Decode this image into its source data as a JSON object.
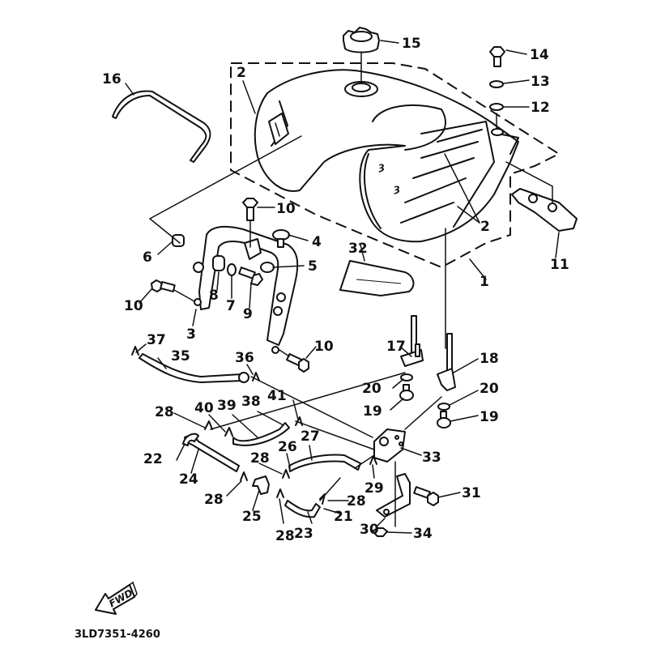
{
  "diagram": {
    "title": "Fuel Tank",
    "code": "3LD7351-4260",
    "fwd_label": "FWD",
    "colors": {
      "ink": "#111111",
      "paper": "#ffffff"
    },
    "callouts": [
      {
        "id": "c1",
        "label": "1"
      },
      {
        "id": "c2a",
        "label": "2"
      },
      {
        "id": "c2b",
        "label": "2"
      },
      {
        "id": "c3",
        "label": "3"
      },
      {
        "id": "c4",
        "label": "4"
      },
      {
        "id": "c5",
        "label": "5"
      },
      {
        "id": "c6",
        "label": "6"
      },
      {
        "id": "c7",
        "label": "7"
      },
      {
        "id": "c8",
        "label": "8"
      },
      {
        "id": "c9",
        "label": "9"
      },
      {
        "id": "c10a",
        "label": "10"
      },
      {
        "id": "c10b",
        "label": "10"
      },
      {
        "id": "c10c",
        "label": "10"
      },
      {
        "id": "c11",
        "label": "11"
      },
      {
        "id": "c12",
        "label": "12"
      },
      {
        "id": "c13",
        "label": "13"
      },
      {
        "id": "c14",
        "label": "14"
      },
      {
        "id": "c15",
        "label": "15"
      },
      {
        "id": "c16",
        "label": "16"
      },
      {
        "id": "c17",
        "label": "17"
      },
      {
        "id": "c18",
        "label": "18"
      },
      {
        "id": "c19a",
        "label": "19"
      },
      {
        "id": "c19b",
        "label": "19"
      },
      {
        "id": "c20a",
        "label": "20"
      },
      {
        "id": "c20b",
        "label": "20"
      },
      {
        "id": "c21",
        "label": "21"
      },
      {
        "id": "c22",
        "label": "22"
      },
      {
        "id": "c23",
        "label": "23"
      },
      {
        "id": "c24",
        "label": "24"
      },
      {
        "id": "c25",
        "label": "25"
      },
      {
        "id": "c26",
        "label": "26"
      },
      {
        "id": "c27",
        "label": "27"
      },
      {
        "id": "c28a",
        "label": "28"
      },
      {
        "id": "c28b",
        "label": "28"
      },
      {
        "id": "c28c",
        "label": "28"
      },
      {
        "id": "c28d",
        "label": "28"
      },
      {
        "id": "c28e",
        "label": "28"
      },
      {
        "id": "c29",
        "label": "29"
      },
      {
        "id": "c30",
        "label": "30"
      },
      {
        "id": "c31",
        "label": "31"
      },
      {
        "id": "c32",
        "label": "32"
      },
      {
        "id": "c33",
        "label": "33"
      },
      {
        "id": "c34",
        "label": "34"
      },
      {
        "id": "c35",
        "label": "35"
      },
      {
        "id": "c36",
        "label": "36"
      },
      {
        "id": "c37",
        "label": "37"
      },
      {
        "id": "c38",
        "label": "38"
      },
      {
        "id": "c39",
        "label": "39"
      },
      {
        "id": "c40",
        "label": "40"
      },
      {
        "id": "c41",
        "label": "41"
      }
    ]
  }
}
